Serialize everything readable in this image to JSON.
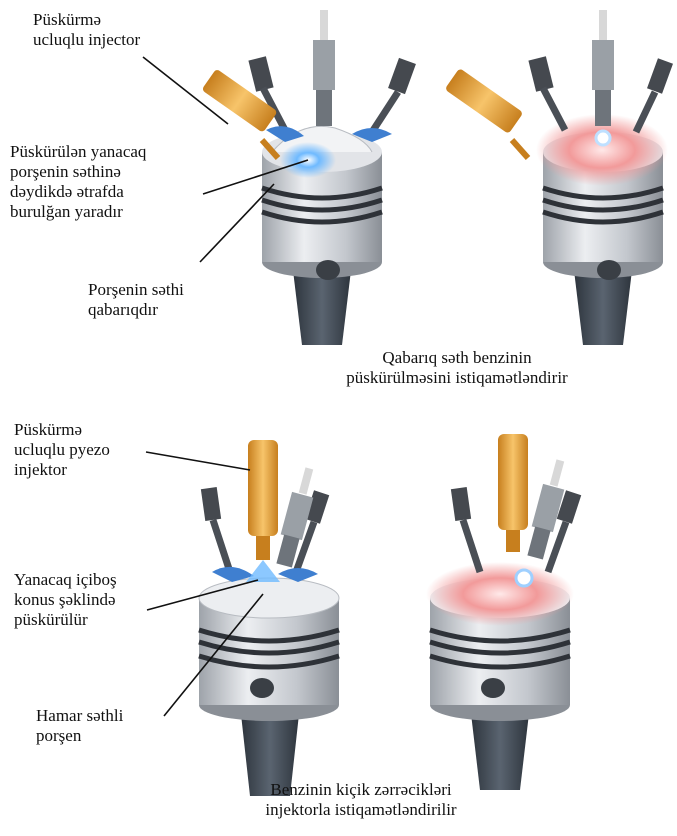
{
  "labels": {
    "spray_injector": "Püskürmə\nucluqlu injector",
    "fuel_swirl": "Püskürülən yanacaq\nporşenin səthinə\ndəydikdə ətrafda\nburulğan yaradır",
    "convex_surface": "Porşenin səthi\nqabarıqdır",
    "caption_top": "Qabarıq səth  benzinin\npüskürülməsini istiqamətləndirir",
    "piezo_injector": "Püskürmə\nucluqlu pyezo\ninjektor",
    "hollow_cone": "Yanacaq içiboş\nkonus şəklində\npüskürülür",
    "smooth_piston": "Hamar səthli\nporşen",
    "caption_bottom": "Benzinin kiçik zərrəcikləri\ninjektorla istiqamətləndirilir"
  },
  "colors": {
    "piston_metal": "#c9ccd1",
    "piston_dark": "#6f737a",
    "rod": "#3d4650",
    "valve": "#4a4f56",
    "valve_seat": "#3f7fd0",
    "injector": "#e8a33a",
    "fuel_spray": "#4aa8ff",
    "combustion": "#f08c8c",
    "spark": "#ffffff"
  }
}
